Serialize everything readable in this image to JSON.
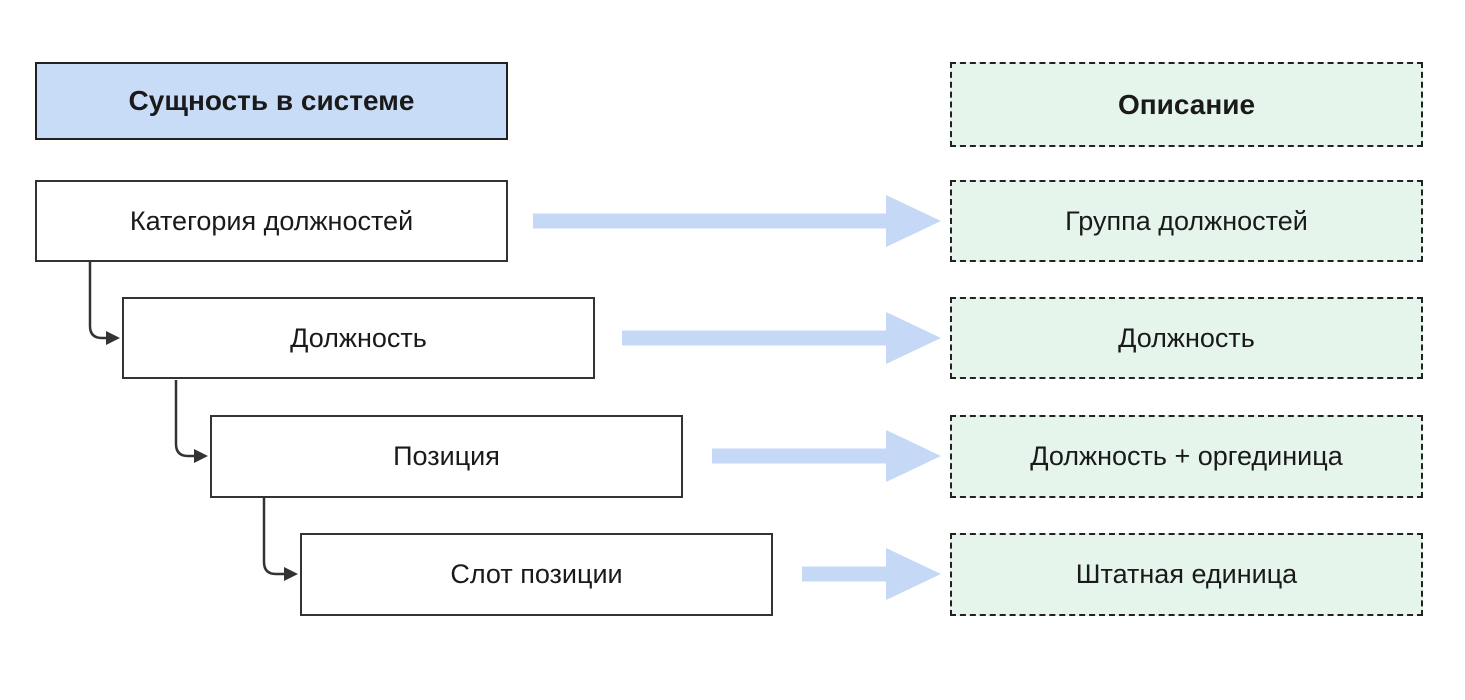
{
  "palette": {
    "background": "#ffffff",
    "blue_fill": "#c9dcf7",
    "green_fill": "#e6f5ec",
    "arrow_blue": "#c5d9f7",
    "border_dark": "#222222",
    "connector_dark": "#333333",
    "text": "#1a1a1a"
  },
  "left_column": {
    "header": {
      "label": "Сущность в системе"
    },
    "items": [
      {
        "label": "Категория должностей"
      },
      {
        "label": "Должность"
      },
      {
        "label": "Позиция"
      },
      {
        "label": "Слот позиции"
      }
    ]
  },
  "right_column": {
    "header": {
      "label": "Описание"
    },
    "items": [
      {
        "label": "Группа должностей"
      },
      {
        "label": "Должность"
      },
      {
        "label": "Должность + оргединица"
      },
      {
        "label": "Штатная единица"
      }
    ]
  }
}
